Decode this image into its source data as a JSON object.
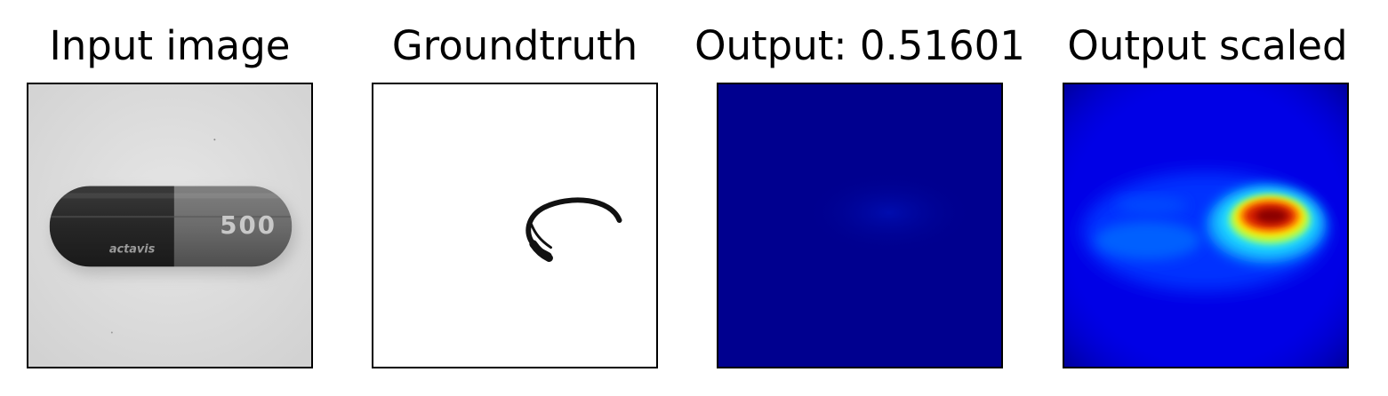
{
  "panels": [
    {
      "title": "Input image",
      "kind": "grayscale-photo"
    },
    {
      "title": "Groundtruth",
      "kind": "binary-mask"
    },
    {
      "title": "Output: 0.51601",
      "kind": "heatmap-raw"
    },
    {
      "title": "Output scaled",
      "kind": "heatmap-scaled"
    }
  ],
  "capsule": {
    "number_print": "500",
    "brand_print": "actavis"
  },
  "colors": {
    "border": "#000000",
    "gray_background": "#dedede",
    "capsule_dark": "#2b2b2b",
    "capsule_light": "#6f6f6f",
    "jet_low": "#00008f",
    "jet_mid": "#0050ff",
    "jet_cyan": "#20e0ff",
    "jet_yellow": "#ffe800",
    "jet_red": "#d41a00",
    "jet_peak": "#8a0000"
  },
  "output_score": 0.51601
}
